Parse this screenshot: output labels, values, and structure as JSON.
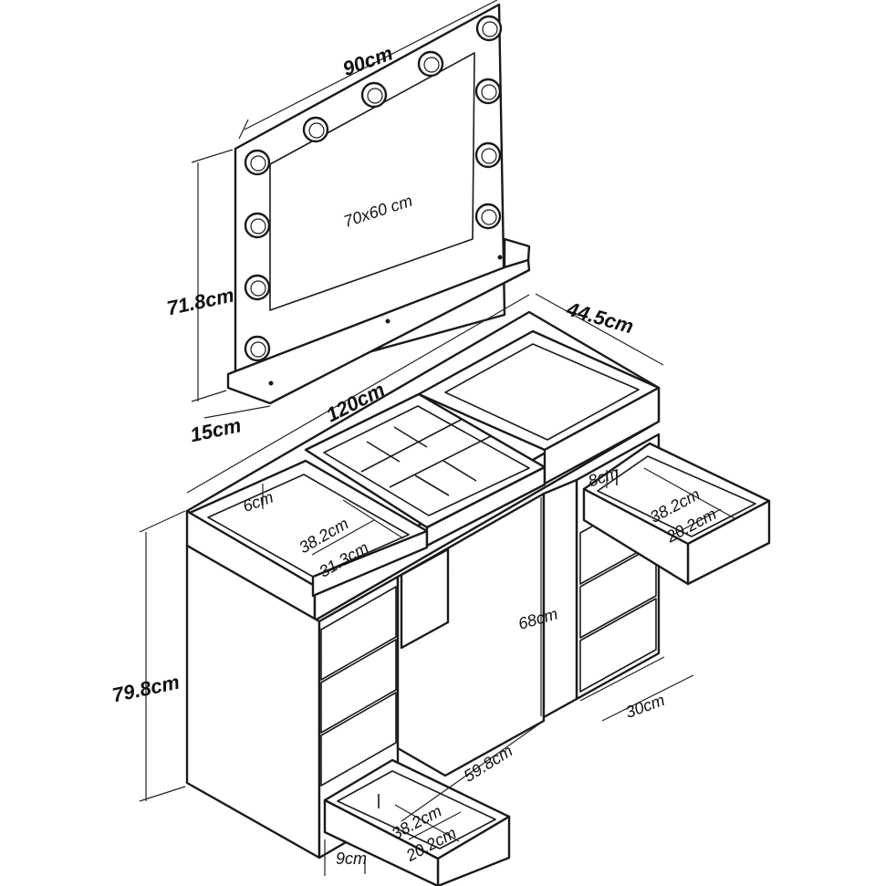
{
  "labels": {
    "mirror_width": "90cm",
    "mirror_glass": "70x60 cm",
    "mirror_height": "71.8cm",
    "mirror_depth": "15cm",
    "table_width": "120cm",
    "table_depth": "44.5cm",
    "table_height": "79.8cm",
    "left_drawer_depth": "6cm",
    "left_drawer_len": "38.2cm",
    "left_drawer_width": "31.3cm",
    "right_drawer_depth": "8cm",
    "right_drawer_len": "38.2cm",
    "right_drawer_width": "20.2cm",
    "knee_height": "68cm",
    "cabinet_width": "30cm",
    "knee_width": "59.8cm",
    "bottom_drawer_len": "38.2cm",
    "bottom_drawer_width": "20.2cm",
    "bottom_drawer_depth": "9cm"
  },
  "icons": [
    "mirror-bulb-icon"
  ]
}
